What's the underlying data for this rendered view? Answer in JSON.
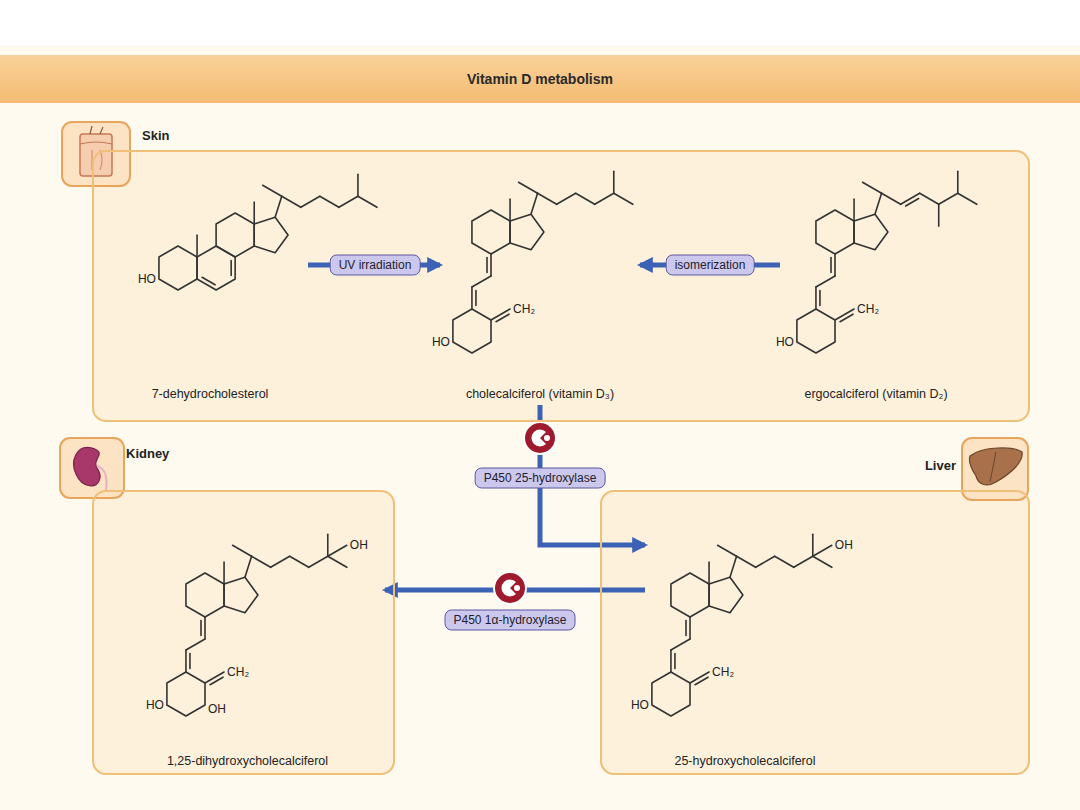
{
  "diagram": {
    "title": "Vitamin D metabolism",
    "nodes": [
      {
        "text": [
          "Skin"
        ]
      },
      {
        "text": [
          "7-dehydrocholesterol"
        ],
        "in": 0
      },
      {
        "text": [
          "cholecalciferol (vitamin D₃)"
        ],
        "in": 0
      },
      {
        "text": [
          "ergocalciferol (vitamin D₂)"
        ],
        "in": 0
      },
      {
        "text": [
          "Kidney"
        ]
      },
      {
        "text": [
          "1,25-dihydroxycholecalciferol"
        ],
        "in": 4
      },
      {
        "text": [
          "Liver"
        ]
      },
      {
        "text": [
          "25-hydroxycholecalciferol"
        ],
        "in": 6
      }
    ],
    "edges": [
      {
        "from": 1,
        "to": 2,
        "label": "UV irradiation",
        "arrow": "to"
      },
      {
        "from": 3,
        "to": 2,
        "label": "isomerization",
        "arrow": "to"
      },
      {
        "from": 2,
        "to": 7,
        "label": "P450 25-hydroxylase",
        "arrow": "to"
      },
      {
        "from": 7,
        "to": 5,
        "label": "P450 1α-hydroxylase",
        "arrow": "to"
      }
    ],
    "labels": [
      "HO",
      "CH₂",
      "HO",
      "CH₂",
      "HO",
      "OH",
      "CH₂",
      "HO",
      "OH",
      "CH₂",
      "HO",
      "OH"
    ]
  }
}
